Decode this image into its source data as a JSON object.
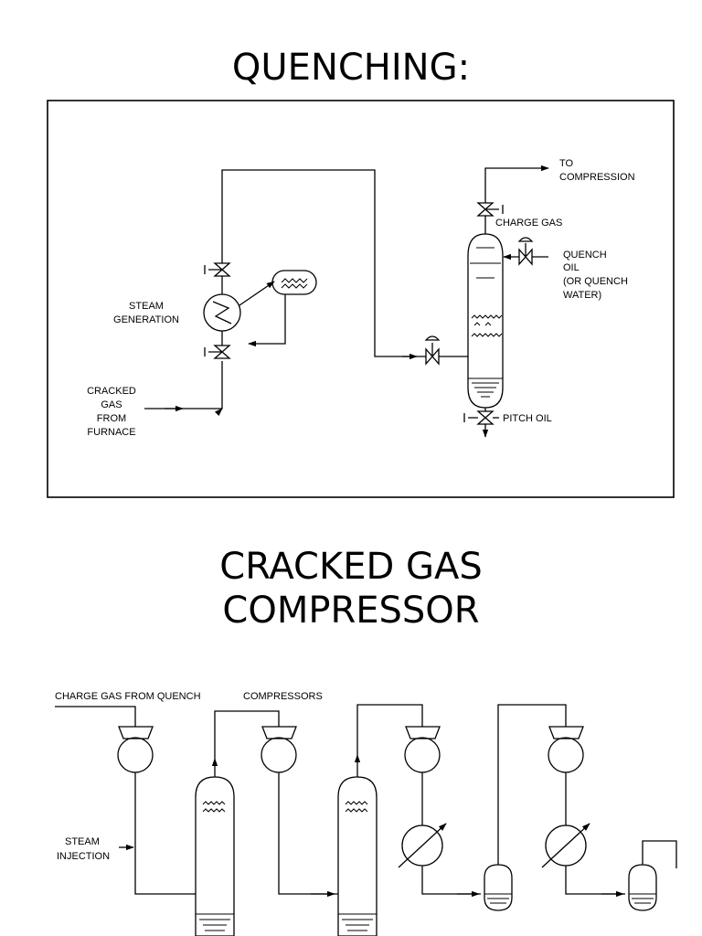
{
  "slide": {
    "title_top": "QUENCHING:",
    "title_bottom_line1": "CRACKED GAS",
    "title_bottom_line2": "COMPRESSOR"
  },
  "quench_diagram": {
    "to_compression": [
      "TO",
      "COMPRESSION"
    ],
    "charge_gas": "CHARGE GAS",
    "quench_oil": [
      "QUENCH",
      "OIL",
      "(OR QUENCH",
      "WATER)"
    ],
    "steam_generation": [
      "STEAM",
      "GENERATION"
    ],
    "cracked_gas": [
      "CRACKED",
      "GAS",
      "FROM",
      "FURNACE"
    ],
    "pitch_oil": "PITCH OIL"
  },
  "compressor_diagram": {
    "charge_gas_from_quench": "CHARGE GAS FROM QUENCH",
    "compressors": "COMPRESSORS",
    "steam_injection": [
      "STEAM",
      "INJECTION"
    ]
  }
}
